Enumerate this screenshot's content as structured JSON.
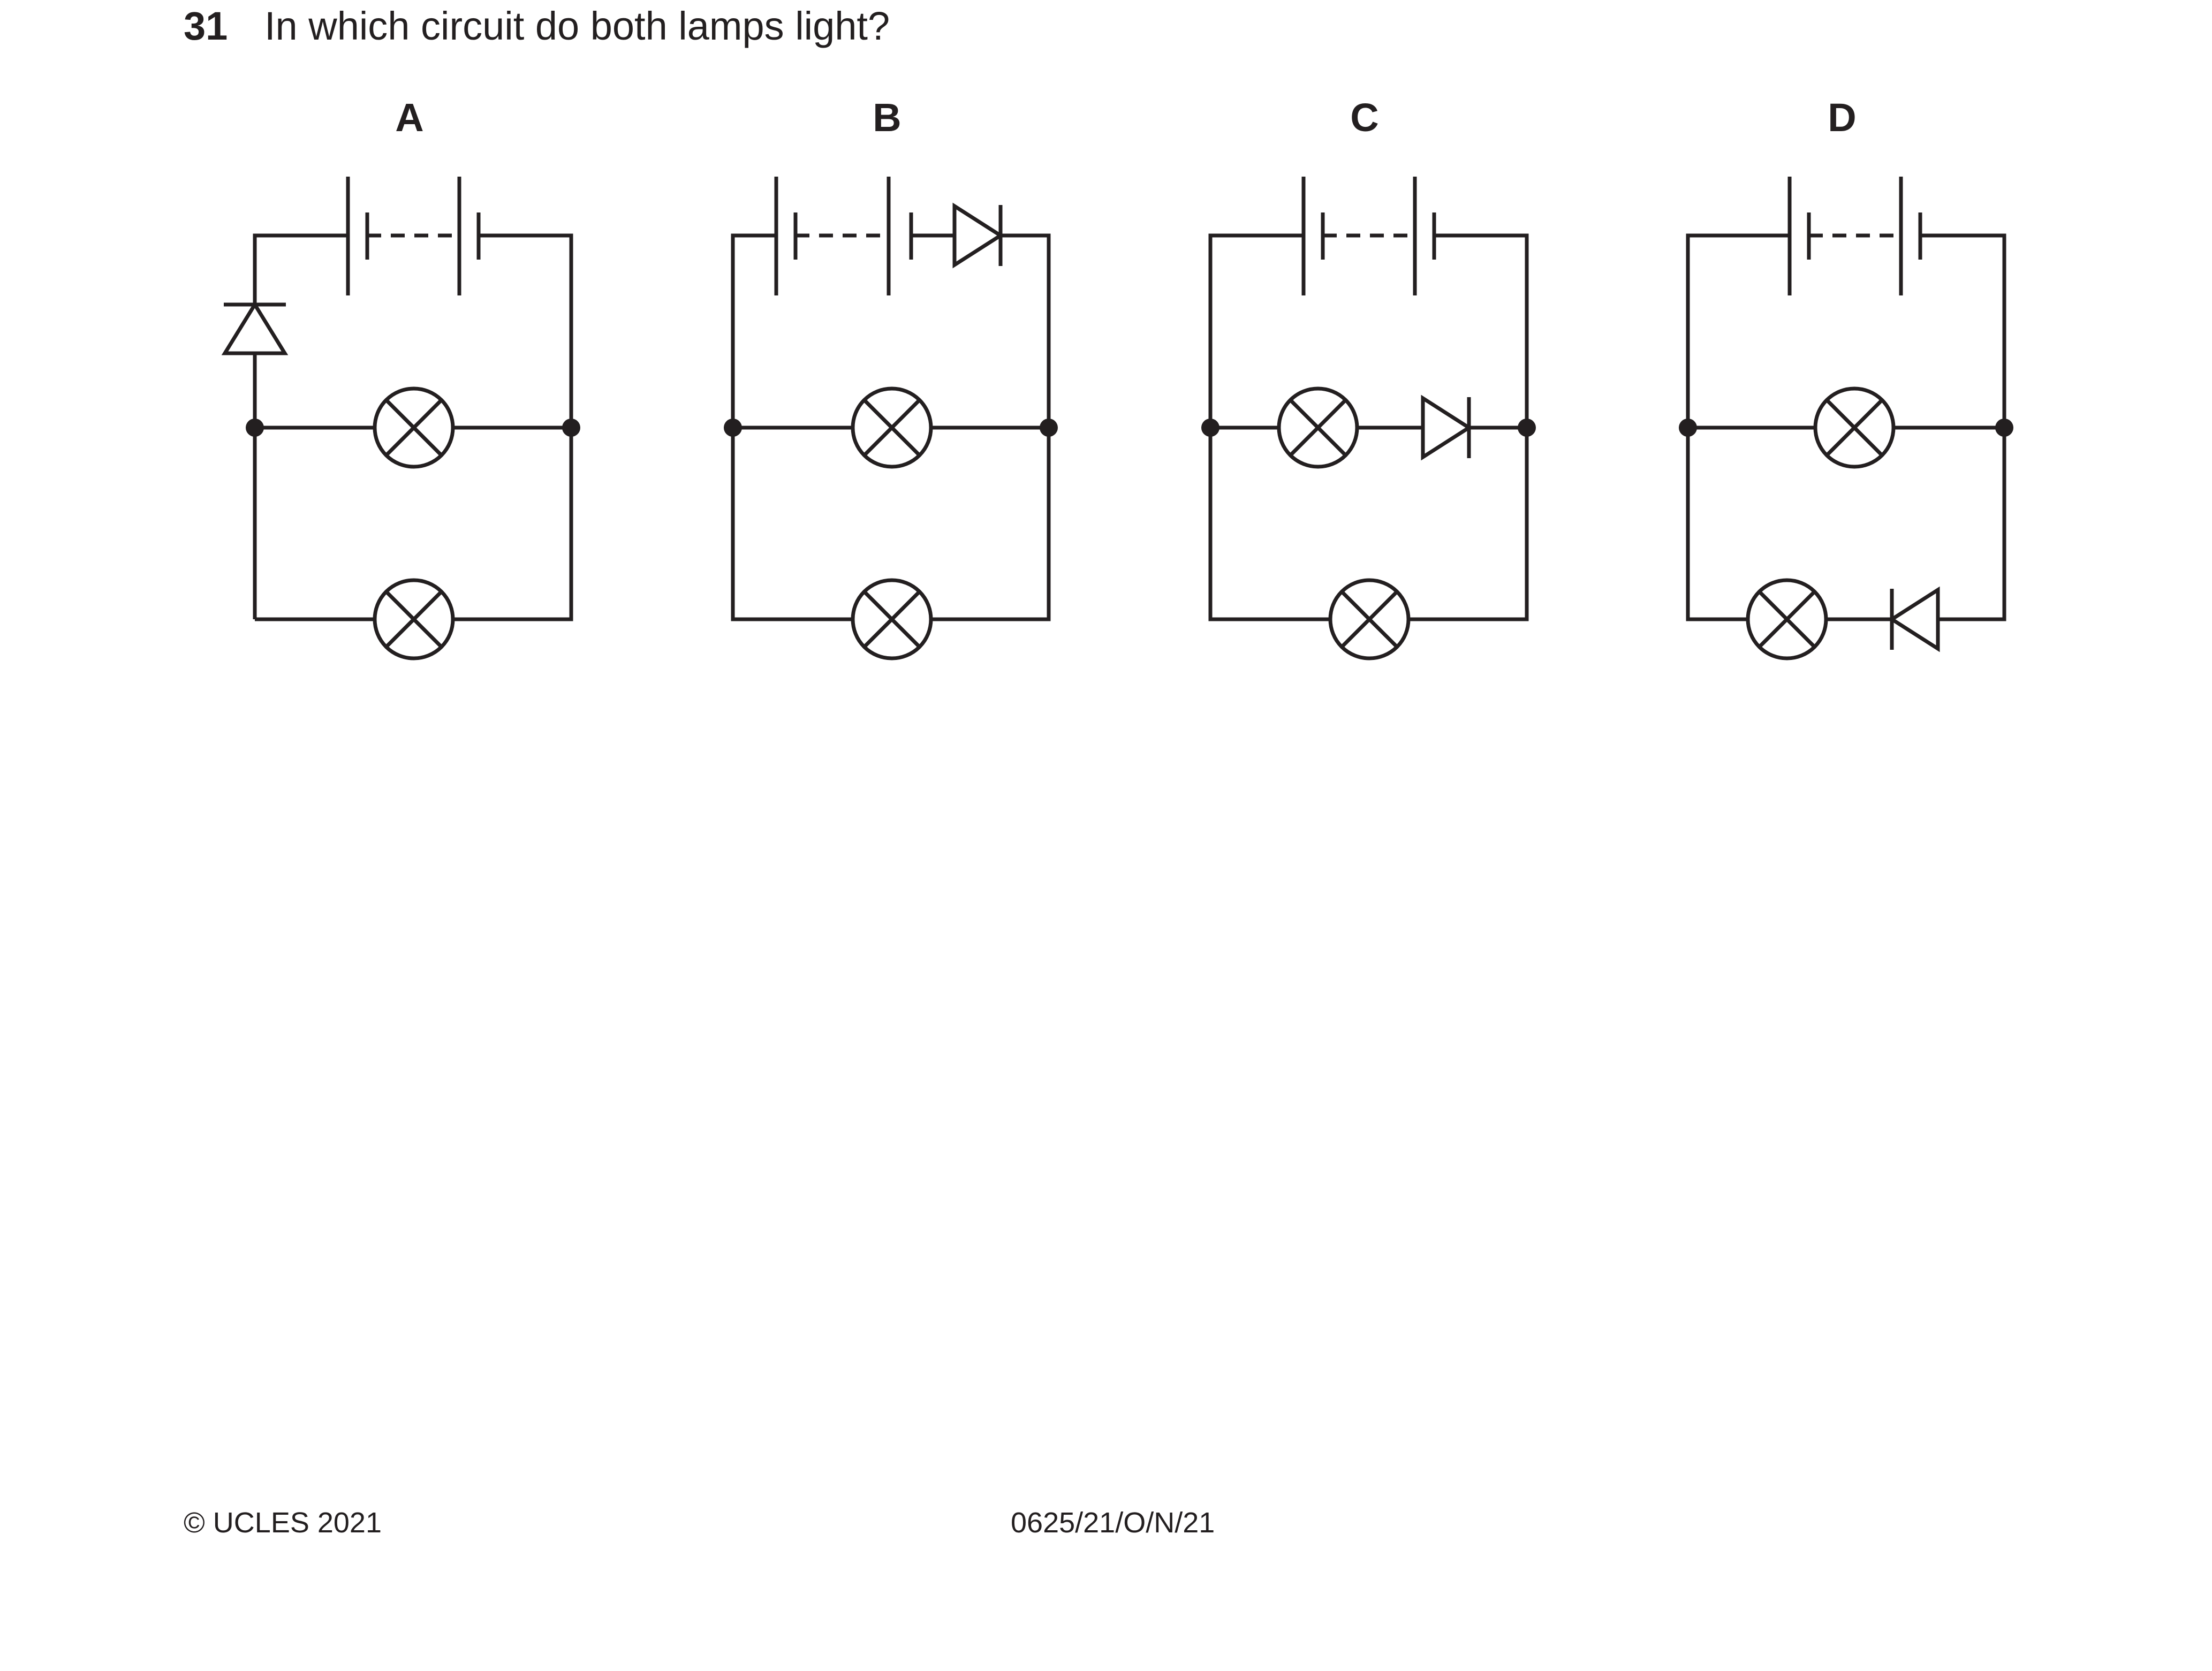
{
  "question": {
    "number": "31",
    "text": "In which circuit do both lamps light?"
  },
  "options": [
    {
      "label": "A"
    },
    {
      "label": "B"
    },
    {
      "label": "C"
    },
    {
      "label": "D"
    }
  ],
  "footer": {
    "copyright": "© UCLES 2021",
    "code": "0625/21/O/N/21"
  },
  "colors": {
    "ink": "#231f20",
    "background": "#ffffff"
  }
}
